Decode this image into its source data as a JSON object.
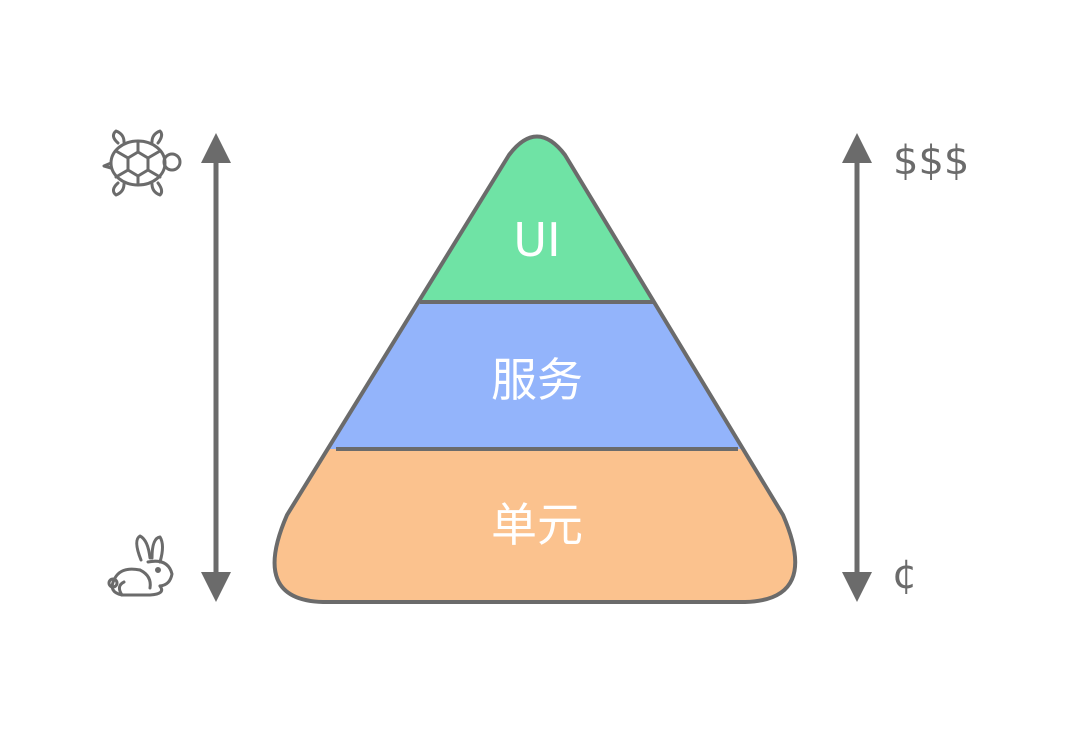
{
  "pyramid": {
    "tiers": [
      {
        "label": "UI",
        "color": "#6fe3a5"
      },
      {
        "label": "服务",
        "color": "#93b4fb"
      },
      {
        "label": "单元",
        "color": "#fbc28e"
      }
    ],
    "outline_color": "#6b6b6b"
  },
  "left_axis": {
    "top_icon": "turtle-icon",
    "bottom_icon": "rabbit-icon"
  },
  "right_axis": {
    "top_label": "$$$",
    "bottom_label": "¢"
  },
  "colors": {
    "arrow": "#6b6b6b",
    "icon_stroke": "#6b6b6b"
  }
}
